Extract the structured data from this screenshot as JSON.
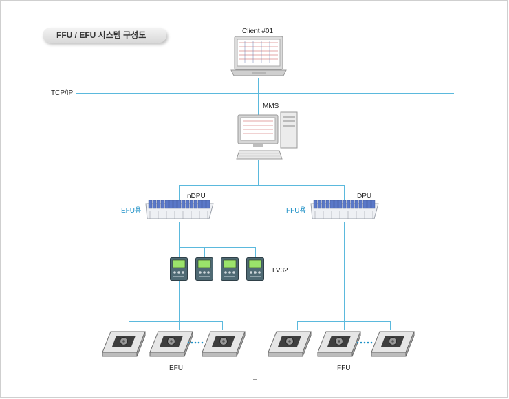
{
  "title": "FFU / EFU 시스템 구성도",
  "nodes": {
    "client": "Client #01",
    "network": "TCP/IP",
    "server": "MMS",
    "ndpu": "nDPU",
    "dpu": "DPU",
    "ndpu_side": "EFU용",
    "dpu_side": "FFU용",
    "controller_group": "LV32",
    "efu_group": "EFU",
    "ffu_group": "FFU"
  },
  "colors": {
    "line": "#5bb9dd",
    "side_label": "#1b8fc6"
  }
}
